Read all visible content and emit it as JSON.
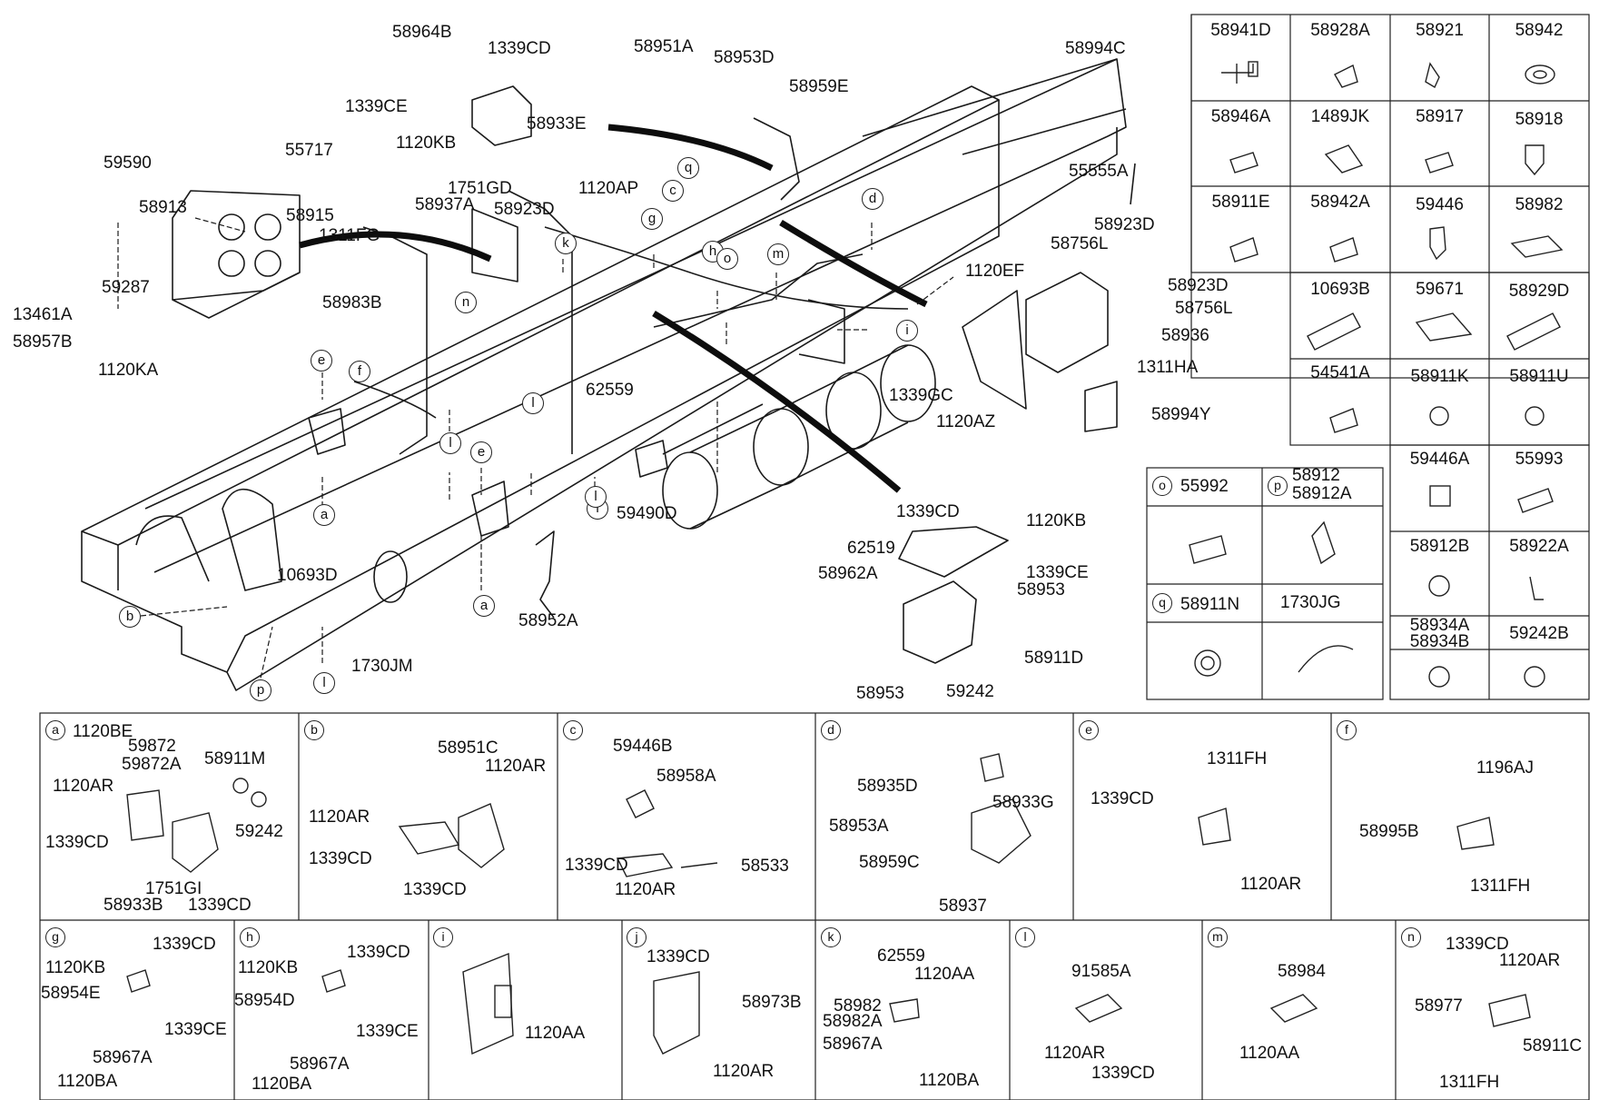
{
  "callouts": {
    "main": [
      {
        "text": "58964B"
      },
      {
        "text": "1339CD"
      },
      {
        "text": "1339CE"
      },
      {
        "text": "1120KB"
      },
      {
        "text": "58933E"
      },
      {
        "text": "58951A"
      },
      {
        "text": "58953D"
      },
      {
        "text": "58959E"
      },
      {
        "text": "58994C"
      },
      {
        "text": "55555A"
      },
      {
        "text": "59590"
      },
      {
        "text": "55717"
      },
      {
        "text": "58913"
      },
      {
        "text": "58915"
      },
      {
        "text": "1311FG"
      },
      {
        "text": "59287"
      },
      {
        "text": "58983B"
      },
      {
        "text": "13461A"
      },
      {
        "text": "58957B"
      },
      {
        "text": "1120KA"
      },
      {
        "text": "1751GD"
      },
      {
        "text": "58937A"
      },
      {
        "text": "58923D"
      },
      {
        "text": "1120AP"
      },
      {
        "text": "58923D"
      },
      {
        "text": "58756L"
      },
      {
        "text": "1120EF"
      },
      {
        "text": "58923D"
      },
      {
        "text": "58756L"
      },
      {
        "text": "58936"
      },
      {
        "text": "1339GC"
      },
      {
        "text": "1311HA"
      },
      {
        "text": "1120AZ"
      },
      {
        "text": "58994Y"
      },
      {
        "text": "62559"
      },
      {
        "text": "59490D"
      },
      {
        "text": "62519"
      },
      {
        "text": "1339CD"
      },
      {
        "text": "1120KB"
      },
      {
        "text": "58962A"
      },
      {
        "text": "1339CE"
      },
      {
        "text": "58953"
      },
      {
        "text": "58911D"
      },
      {
        "text": "58953"
      },
      {
        "text": "59242"
      },
      {
        "text": "10693D"
      },
      {
        "text": "1730JM"
      },
      {
        "text": "58952A"
      }
    ],
    "letters": [
      "e",
      "f",
      "n",
      "l",
      "l",
      "l",
      "e",
      "a",
      "a",
      "b",
      "p",
      "l",
      "k",
      "g",
      "c",
      "q",
      "h",
      "o",
      "m",
      "i",
      "d",
      "l"
    ]
  },
  "parts_table": {
    "rows": [
      [
        "58941D",
        "58928A",
        "58921",
        "58942"
      ],
      [
        "58946A",
        "1489JK",
        "58917",
        "58918"
      ],
      [
        "58911E",
        "58942A",
        "59446",
        "58982"
      ],
      [
        "10693B",
        "59671",
        "58929D",
        ""
      ],
      [
        "54541A",
        "58911K",
        "58911U",
        ""
      ],
      [
        "59446A",
        "55993",
        "",
        ""
      ],
      [
        "58912B",
        "58922A",
        "",
        ""
      ],
      [
        "58934A\n58934B",
        "59242B",
        "",
        ""
      ]
    ]
  },
  "opq_box": {
    "o_letter": "o",
    "o_part": "55992",
    "p_letter": "p",
    "p_part1": "58912",
    "p_part2": "58912A",
    "q_letter": "q",
    "q_part": "58911N",
    "extra_part": "1730JG"
  },
  "details": {
    "a": {
      "letter": "a",
      "labels": [
        "1120BE",
        "59872",
        "59872A",
        "58911M",
        "1120AR",
        "1339CD",
        "59242",
        "1751GI",
        "58933B",
        "1339CD"
      ]
    },
    "b": {
      "letter": "b",
      "labels": [
        "58951C",
        "1120AR",
        "1120AR",
        "1339CD",
        "1339CD"
      ]
    },
    "c": {
      "letter": "c",
      "labels": [
        "59446B",
        "58958A",
        "1339CD",
        "58533",
        "1120AR"
      ]
    },
    "d": {
      "letter": "d",
      "labels": [
        "58935D",
        "58933G",
        "58953A",
        "58959C",
        "58937"
      ]
    },
    "e": {
      "letter": "e",
      "labels": [
        "1311FH",
        "1339CD",
        "1120AR"
      ]
    },
    "f": {
      "letter": "f",
      "labels": [
        "1196AJ",
        "58995B",
        "1311FH"
      ]
    },
    "g": {
      "letter": "g",
      "labels": [
        "1339CD",
        "1120KB",
        "58954E",
        "1339CE",
        "58967A",
        "1120BA"
      ]
    },
    "h": {
      "letter": "h",
      "labels": [
        "1339CD",
        "1120KB",
        "58954D",
        "1339CE",
        "58967A",
        "1120BA"
      ]
    },
    "i": {
      "letter": "i",
      "labels": [
        "1120AA"
      ]
    },
    "j": {
      "letter": "j",
      "labels": [
        "1339CD",
        "58973B",
        "1120AR"
      ]
    },
    "k": {
      "letter": "k",
      "labels": [
        "62559",
        "1120AA",
        "58982",
        "58982A",
        "58967A",
        "1120BA"
      ]
    },
    "l": {
      "letter": "l",
      "labels": [
        "91585A",
        "1120AR",
        "1339CD"
      ]
    },
    "m": {
      "letter": "m",
      "labels": [
        "58984",
        "1120AA"
      ]
    },
    "n": {
      "letter": "n",
      "labels": [
        "1339CD",
        "1120AR",
        "58977",
        "58911C",
        "1311FH"
      ]
    }
  },
  "colors": {
    "line": "#1a1a1a",
    "background": "#ffffff"
  }
}
